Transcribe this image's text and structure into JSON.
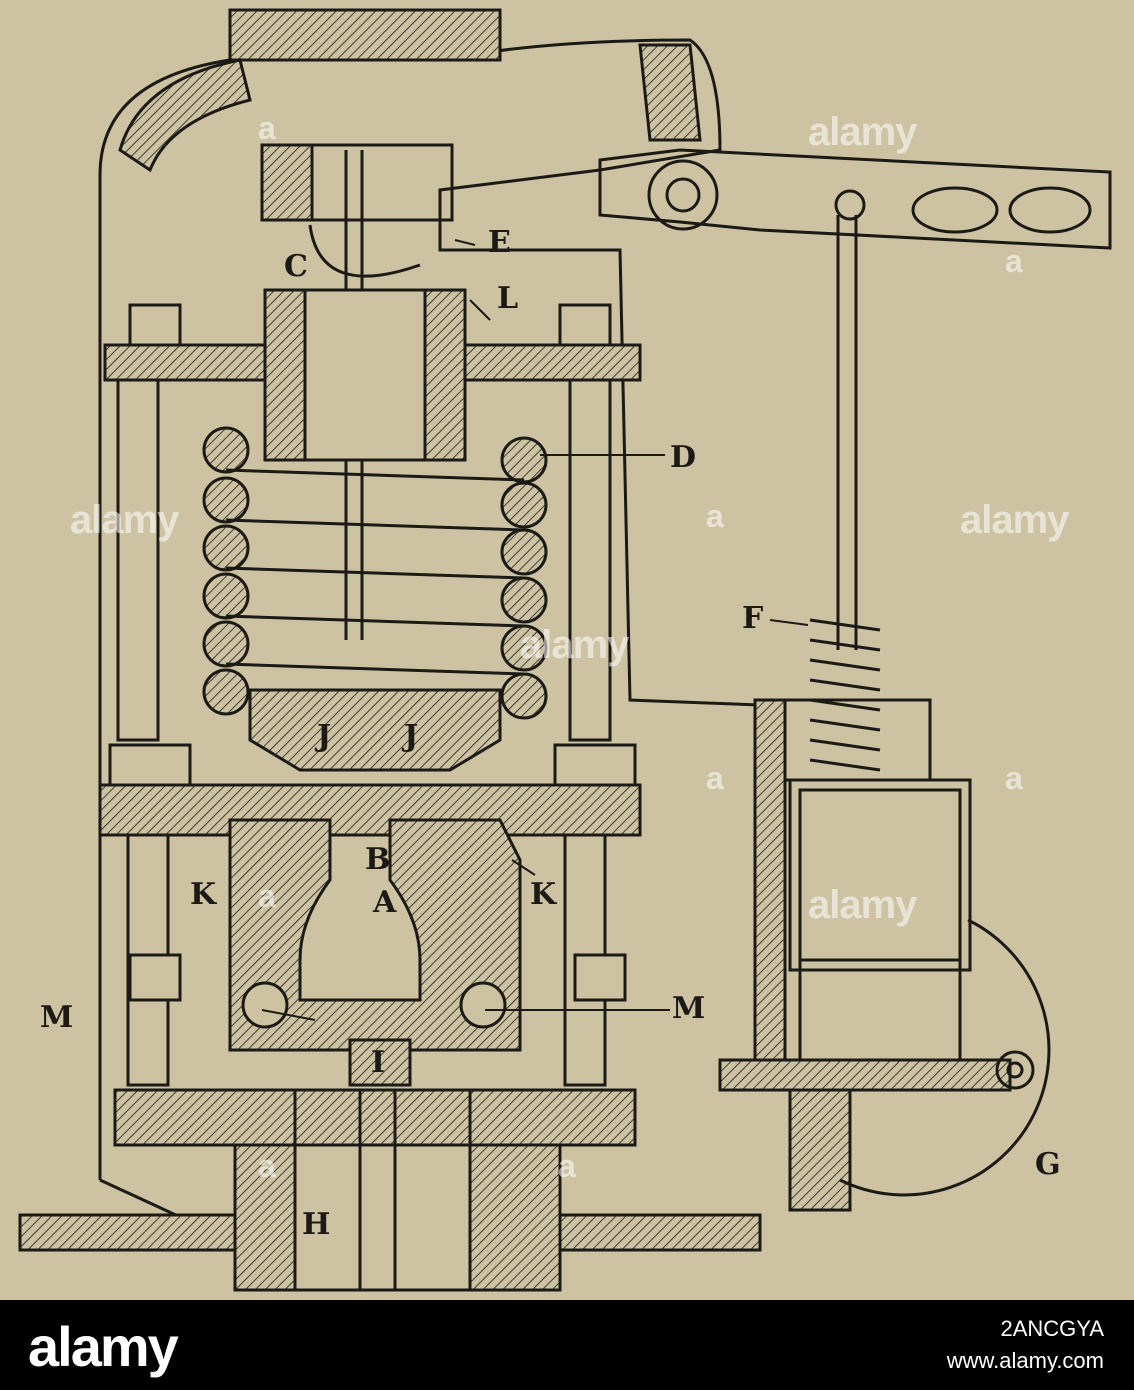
{
  "diagram": {
    "labels": {
      "A": "A",
      "B": "B",
      "C": "C",
      "D": "D",
      "E": "E",
      "F": "F",
      "G": "G",
      "H": "H",
      "I": "I",
      "J": "J",
      "K": "K",
      "L": "L",
      "M": "M"
    }
  },
  "watermark": {
    "brand": "alamy",
    "glyph": "a"
  },
  "footer": {
    "brand": "alamy",
    "image_id": "2ANCGYA",
    "site": "www.alamy.com"
  }
}
